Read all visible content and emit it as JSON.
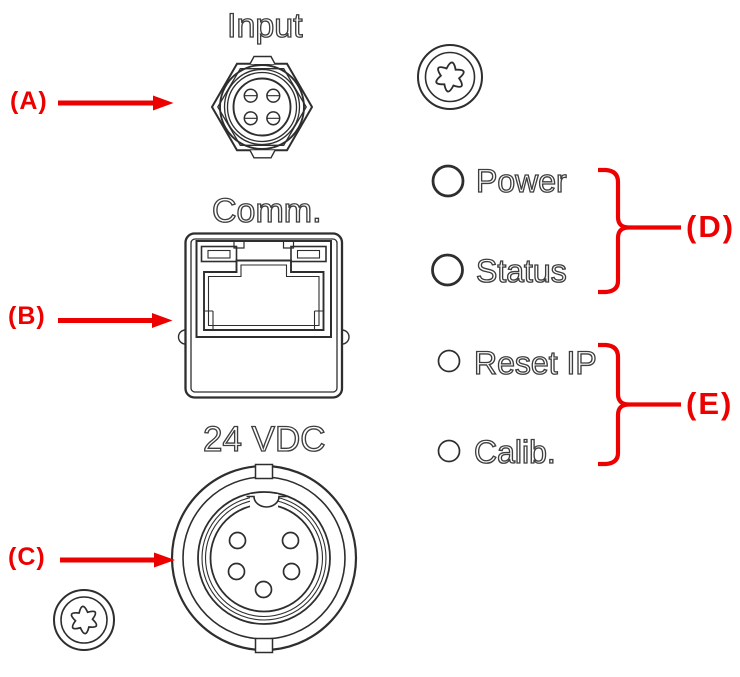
{
  "figure": {
    "background": "#ffffff",
    "line_color": "#2e2e2e",
    "accent_red": "#ec0000"
  },
  "connectors": {
    "input": {
      "label": "Input",
      "callout": "(A)"
    },
    "comm": {
      "label": "Comm.",
      "callout": "(B)"
    },
    "power": {
      "label": "24 VDC",
      "callout": "(C)"
    }
  },
  "indicators": {
    "callout": "(D)",
    "items": [
      {
        "label": "Power"
      },
      {
        "label": "Status"
      }
    ]
  },
  "buttons": {
    "callout": "(E)",
    "items": [
      {
        "label": "Reset IP"
      },
      {
        "label": "Calib."
      }
    ]
  },
  "icons": {
    "top_right_screw": "torx-screw-icon",
    "bottom_left_screw": "torx-screw-icon"
  }
}
